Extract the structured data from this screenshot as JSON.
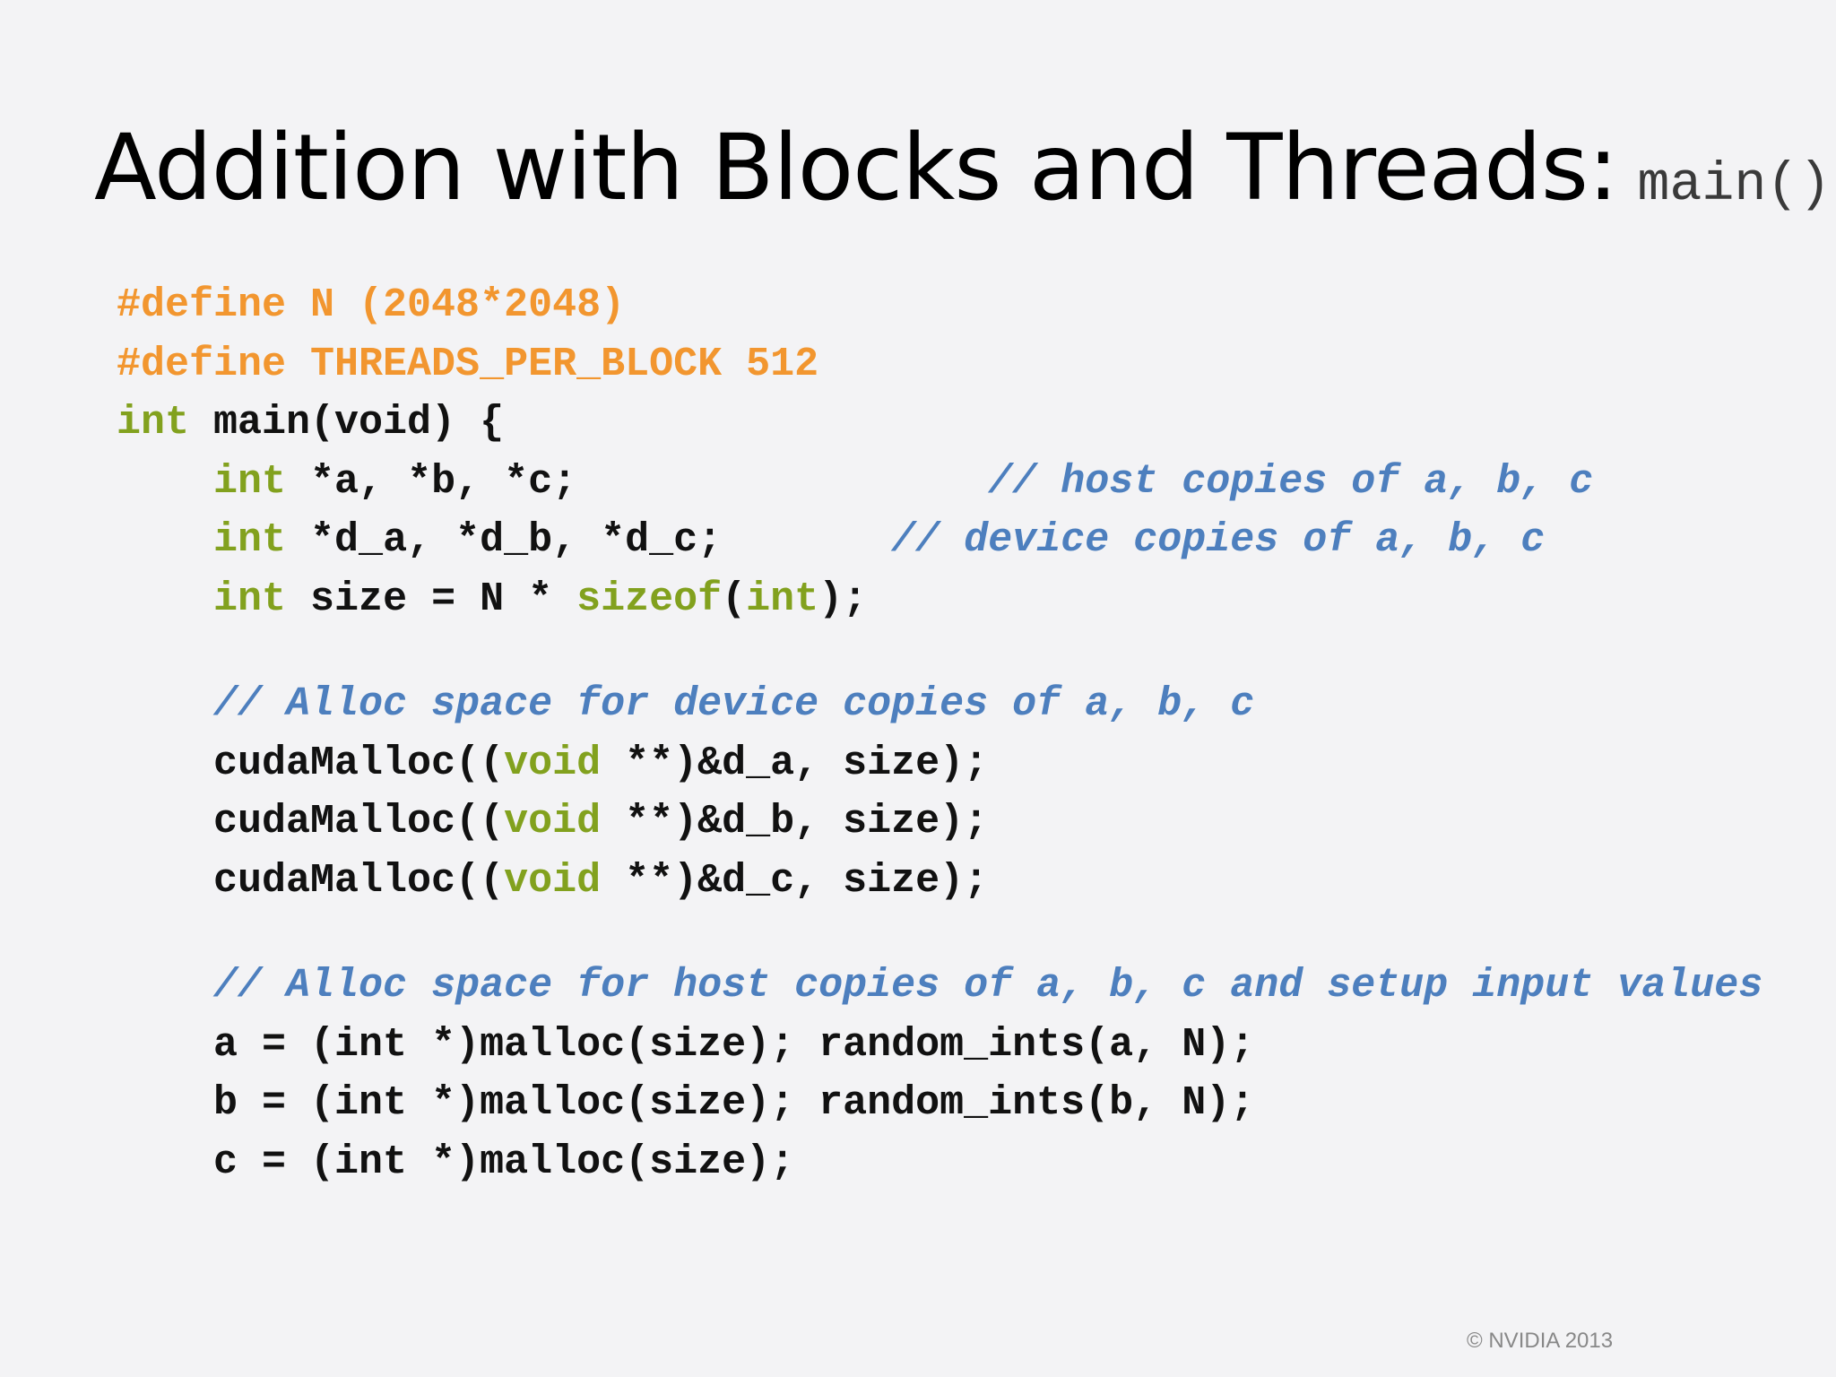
{
  "title": {
    "text": "Addition with Blocks and Threads:",
    "code": "main()"
  },
  "code": {
    "lines": [
      [
        {
          "t": "#define N (2048*2048)",
          "c": "pre"
        }
      ],
      [
        {
          "t": "#define THREADS_PER_BLOCK 512",
          "c": "pre"
        }
      ],
      [
        {
          "t": "int",
          "c": "kw"
        },
        {
          "t": " main(void) {",
          "c": "txt"
        }
      ],
      [
        {
          "t": "    ",
          "c": "txt"
        },
        {
          "t": "int",
          "c": "kw"
        },
        {
          "t": " *a, *b, *c;                 ",
          "c": "txt"
        },
        {
          "t": "// host copies of a, b, c",
          "c": "cm"
        }
      ],
      [
        {
          "t": "    ",
          "c": "txt"
        },
        {
          "t": "int",
          "c": "kw"
        },
        {
          "t": " *d_a, *d_b, *d_c;       ",
          "c": "txt"
        },
        {
          "t": "// device copies of a, b, c",
          "c": "cm"
        }
      ],
      [
        {
          "t": "    ",
          "c": "txt"
        },
        {
          "t": "int",
          "c": "kw"
        },
        {
          "t": " size = N * ",
          "c": "txt"
        },
        {
          "t": "sizeof",
          "c": "kw"
        },
        {
          "t": "(",
          "c": "txt"
        },
        {
          "t": "int",
          "c": "kw"
        },
        {
          "t": ");",
          "c": "txt"
        }
      ],
      [],
      [
        {
          "t": "    ",
          "c": "txt"
        },
        {
          "t": "// Alloc space for device copies of a, b, c",
          "c": "cm"
        }
      ],
      [
        {
          "t": "    cudaMalloc((",
          "c": "txt"
        },
        {
          "t": "void",
          "c": "kw"
        },
        {
          "t": " **)&d_a, size);",
          "c": "txt"
        }
      ],
      [
        {
          "t": "    cudaMalloc((",
          "c": "txt"
        },
        {
          "t": "void",
          "c": "kw"
        },
        {
          "t": " **)&d_b, size);",
          "c": "txt"
        }
      ],
      [
        {
          "t": "    cudaMalloc((",
          "c": "txt"
        },
        {
          "t": "void",
          "c": "kw"
        },
        {
          "t": " **)&d_c, size);",
          "c": "txt"
        }
      ],
      [],
      [
        {
          "t": "    ",
          "c": "txt"
        },
        {
          "t": "// Alloc space for host copies of a, b, c and setup input values",
          "c": "cm"
        }
      ],
      [
        {
          "t": "    a = (int *)malloc(size); random_ints(a, N);",
          "c": "txt"
        }
      ],
      [
        {
          "t": "    b = (int *)malloc(size); random_ints(b, N);",
          "c": "txt"
        }
      ],
      [
        {
          "t": "    c = (int *)malloc(size);",
          "c": "txt"
        }
      ]
    ]
  },
  "footer": {
    "copyright": "© NVIDIA 2013"
  }
}
